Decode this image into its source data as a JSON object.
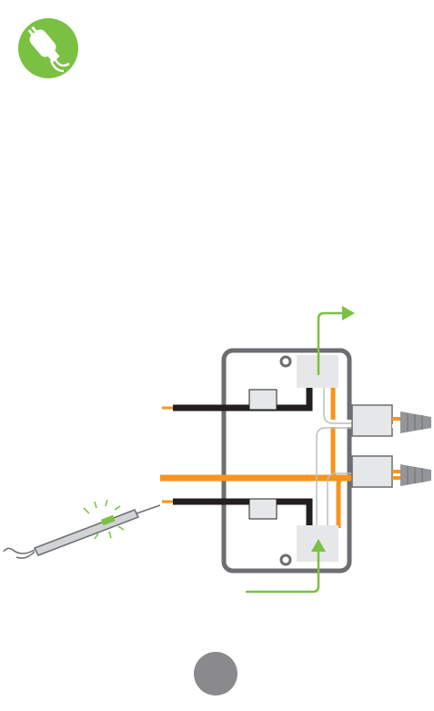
{
  "header": {
    "icon": "voltage-tester-icon",
    "badge_color": "#7ac143"
  },
  "diagram": {
    "colors": {
      "box_outline": "#6d6e71",
      "black_wire": "#231f20",
      "orange_wire": "#f7941d",
      "white_wire": "#e6e7e8",
      "arrow": "#7ac143",
      "tester_body": "#d1d3d4",
      "tester_indicator": "#7ac143",
      "wire_nut": "#939598"
    },
    "components": [
      "electrical-box",
      "black-wire-top",
      "black-wire-bottom",
      "orange-wire",
      "white-wires",
      "wire-connector-top",
      "wire-connector-bottom",
      "wire-nut-top",
      "wire-nut-bottom",
      "voltage-tester",
      "arrow-up",
      "arrow-in"
    ]
  },
  "pagination": {
    "indicator": "page-dot"
  }
}
